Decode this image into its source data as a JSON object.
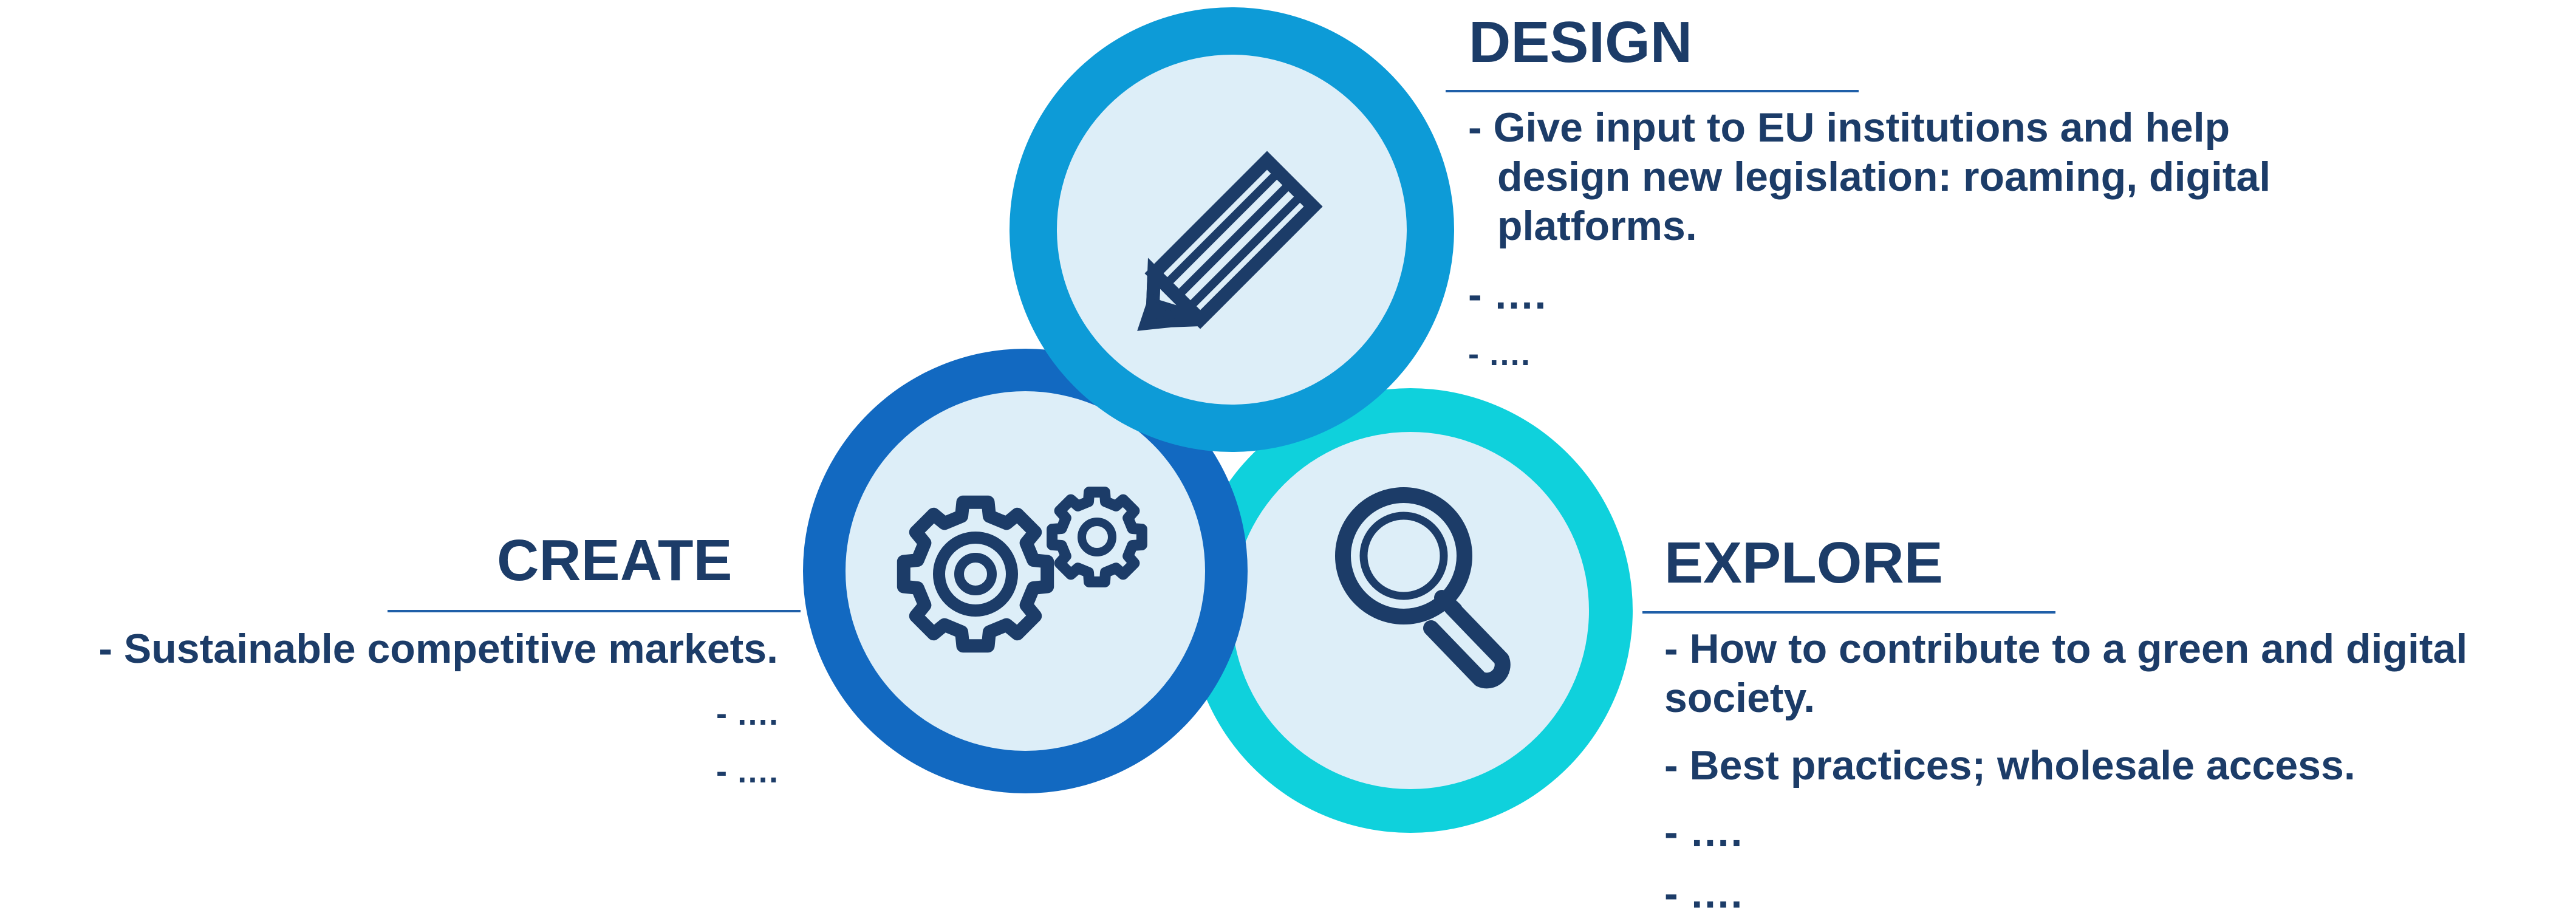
{
  "colors": {
    "background": "#ffffff",
    "text": "#1c3c68",
    "heading": "#1c3c68",
    "rule": "#1f5fa8",
    "circle_inner_fill": "#ddeef8",
    "icon_stroke": "#1c3c68",
    "design_ring": "#0d9bd7",
    "create_ring": "#1269c1",
    "explore_ring": "#0fd1dc"
  },
  "design": {
    "heading": "DESIGN",
    "icon": "pencil-icon",
    "lines": [
      "- Give input to EU institutions and help",
      "design new legislation: roaming, digital",
      "platforms.",
      "- ….",
      "- …."
    ]
  },
  "create": {
    "heading": "CREATE",
    "icon": "gears-icon",
    "lines": [
      "- Sustainable competitive markets.",
      "- ….",
      "- …."
    ]
  },
  "explore": {
    "heading": "EXPLORE",
    "icon": "magnifier-icon",
    "lines": [
      "- How to contribute to a green and digital",
      "society.",
      "- Best practices; wholesale access.",
      "- ….",
      "- …."
    ]
  }
}
